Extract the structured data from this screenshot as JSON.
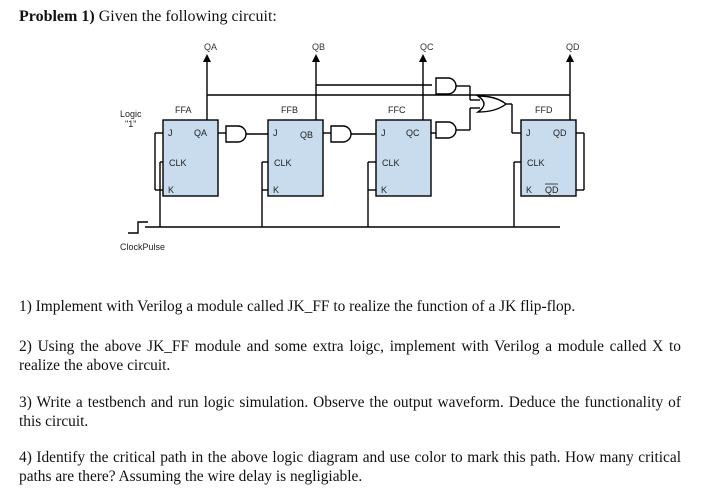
{
  "header": {
    "problem_label": "Problem 1)",
    "problem_text": " Given the following circuit:"
  },
  "circuit": {
    "logic_label": "Logic",
    "logic_value": "\"1\"",
    "clock_label": "ClockPulse",
    "outputs": [
      "QA",
      "QB",
      "QC",
      "QD"
    ],
    "flipflops": [
      {
        "name": "FFA",
        "j": "J",
        "q": "QA",
        "clk": "CLK",
        "k": "K"
      },
      {
        "name": "FFB",
        "j": "J",
        "q": "QB",
        "clk": "CLK",
        "k": "K"
      },
      {
        "name": "FFC",
        "j": "J",
        "q": "QC",
        "clk": "CLK",
        "k": "K"
      },
      {
        "name": "FFD",
        "j": "J",
        "q": "QD",
        "clk": "CLK",
        "k": "K",
        "qbar": "QD"
      }
    ],
    "colors": {
      "ff_fill": "#c8dced",
      "wire": "#000000"
    }
  },
  "questions": [
    "1) Implement with Verilog a module called JK_FF to realize the function of a JK flip-flop.",
    "2) Using the above JK_FF module and some extra loigc, implement with Verilog a module called X to realize the above circuit.",
    "3) Write a testbench and run logic simulation. Observe the output waveform. Deduce the functionality of this circuit.",
    "4) Identify the critical path in the above logic diagram and use color to mark this path. How many critical paths are there? Assuming the wire delay is negligiable."
  ]
}
